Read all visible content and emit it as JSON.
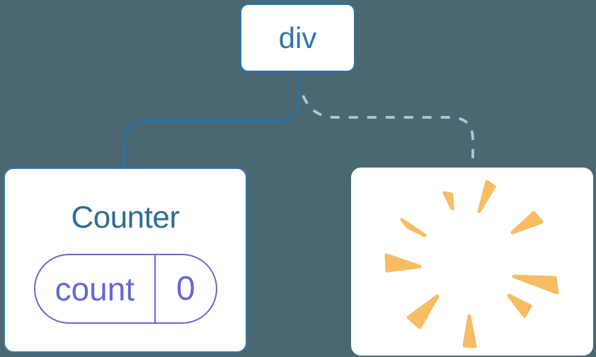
{
  "tree": {
    "root": {
      "label": "div"
    },
    "counter": {
      "title": "Counter",
      "state": {
        "key": "count",
        "value": "0"
      }
    },
    "removed": {
      "icon": "poof-burst-icon"
    },
    "connectors": [
      {
        "type": "solid",
        "from": "div",
        "to": "Counter"
      },
      {
        "type": "dashed",
        "from": "div",
        "to": "removed-component"
      }
    ]
  },
  "colors": {
    "background": "#4B6872",
    "card_background": "#FFFFFF",
    "node_border": "#2B72A3",
    "node_text": "#3575A5",
    "counter_border": "#3579A8",
    "counter_title": "#2D6D94",
    "pill": "#6468D1",
    "connector_solid": "#2B72A3",
    "connector_dashed": "#A9C8DE",
    "poof": "#F8BC62"
  }
}
